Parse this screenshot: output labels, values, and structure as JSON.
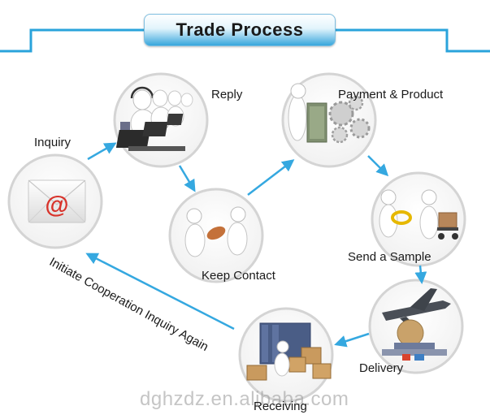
{
  "title": "Trade Process",
  "steps": {
    "inquiry": "Inquiry",
    "reply": "Reply",
    "keep_contact": "Keep Contact",
    "payment": "Payment & Product",
    "send_sample": "Send a Sample",
    "delivery": "Delivery",
    "receiving": "Receiving"
  },
  "loop_label": "Initiate Cooperation Inquiry Again",
  "watermark": "dghzdz.en.alibaba.com",
  "colors": {
    "accent": "#35a8e0",
    "frame_line": "#2aa3db",
    "circle_border": "#d4d4d4"
  }
}
